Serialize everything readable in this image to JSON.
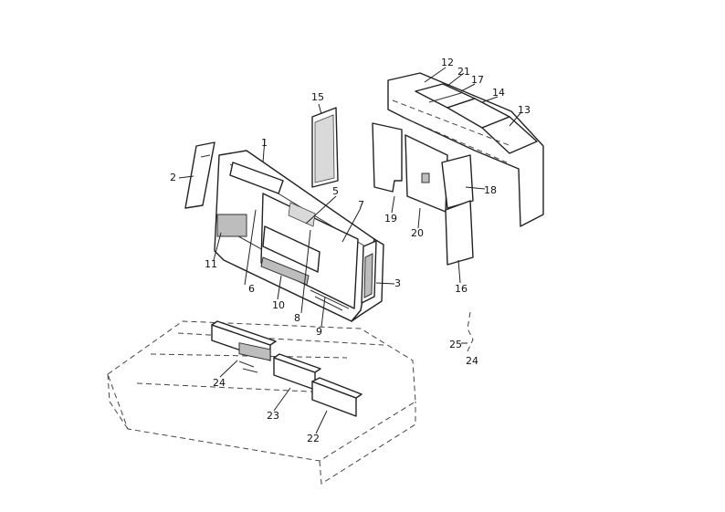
{
  "callouts": {
    "c1": "1",
    "c2": "2",
    "c3": "3",
    "c5": "5",
    "c6": "6",
    "c7": "7",
    "c8": "8",
    "c9": "9",
    "c10": "10",
    "c11": "11",
    "c12": "12",
    "c13": "13",
    "c14": "14",
    "c15": "15",
    "c16": "16",
    "c17": "17",
    "c18": "18",
    "c19": "19",
    "c20": "20",
    "c21": "21",
    "c22": "22",
    "c23": "23",
    "c24a": "24",
    "c24b": "24",
    "c25": "25"
  }
}
